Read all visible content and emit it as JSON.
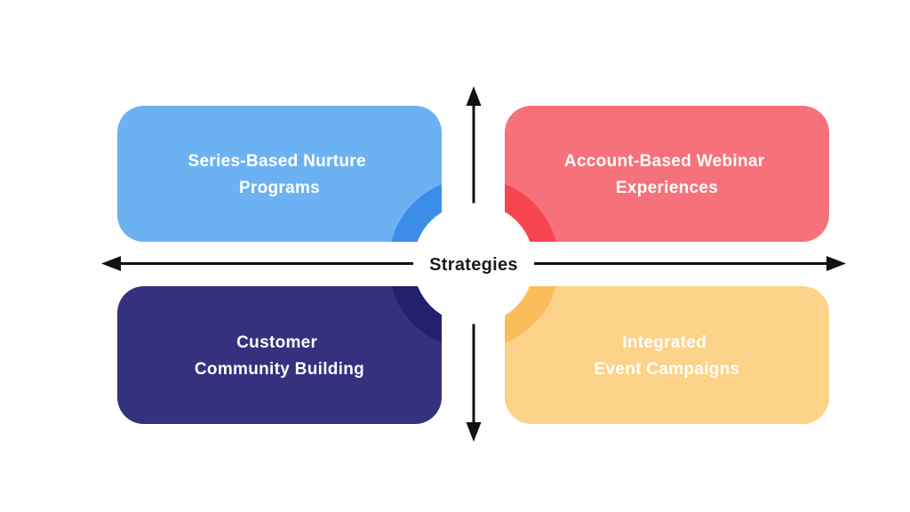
{
  "center_label": "Strategies",
  "colors": {
    "background": "#ffffff",
    "axis": "#121212",
    "center_circle": "#ffffff",
    "quadrant_text": "#ffffff",
    "center_text": "#1b1b1b"
  },
  "quadrants": [
    {
      "position": "top-left",
      "fill": "#6cb2f3",
      "accent": "#3c8de9",
      "label_lines": [
        "Series-Based Nurture",
        "Programs"
      ]
    },
    {
      "position": "top-right",
      "fill": "#f7717a",
      "accent": "#f6454f",
      "label_lines": [
        "Account-Based Webinar",
        "Experiences"
      ]
    },
    {
      "position": "bottom-left",
      "fill": "#36317f",
      "accent": "#23216d",
      "label_lines": [
        "Customer",
        "Community Building"
      ]
    },
    {
      "position": "bottom-right",
      "fill": "#fdd289",
      "accent": "#fbbd5a",
      "label_lines": [
        "Integrated",
        "Event Campaigns"
      ]
    }
  ]
}
